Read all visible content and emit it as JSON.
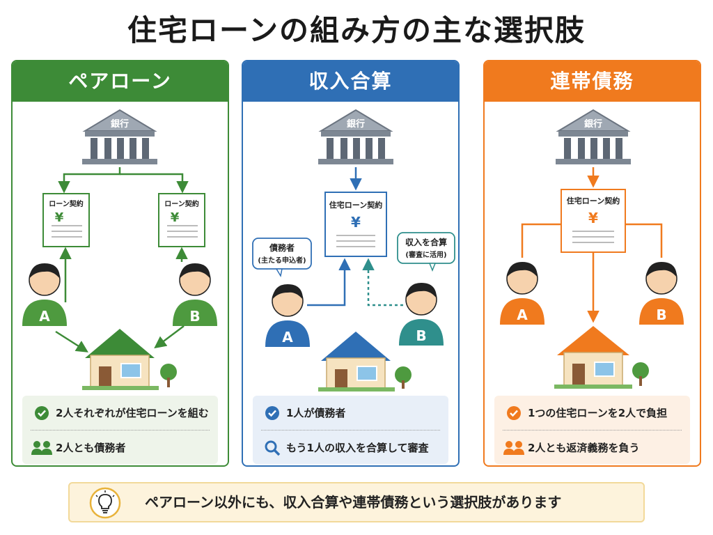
{
  "title": "住宅ローンの組み方の主な選択肢",
  "panels": [
    {
      "heading": "ペアローン",
      "bank": "銀行",
      "contract": "ローン契約",
      "yen": "¥",
      "person_a": "A",
      "person_b": "B",
      "point1": "2人それぞれが住宅ローンを組む",
      "point2": "2人とも債務者"
    },
    {
      "heading": "収入合算",
      "bank": "銀行",
      "contract": "住宅ローン契約",
      "yen": "¥",
      "person_a": "A",
      "person_b": "B",
      "bubble_a_line1": "債務者",
      "bubble_a_line2": "(主たる申込者)",
      "bubble_b_line1": "収入を合算",
      "bubble_b_line2": "(審査に活用)",
      "point1": "1人が債務者",
      "point2": "もう1人の収入を合算して審査"
    },
    {
      "heading": "連帯債務",
      "bank": "銀行",
      "contract": "住宅ローン契約",
      "yen": "¥",
      "person_a": "A",
      "person_b": "B",
      "point1": "1つの住宅ローンを2人で負担",
      "point2": "2人とも返済義務を負う"
    }
  ],
  "footer": "ペアローン以外にも、収入合算や連帯債務という選択肢があります",
  "colors": {
    "green": "#3d8b37",
    "blue": "#2f6fb5",
    "orange": "#f07a1e",
    "teal": "#2f8f8c"
  }
}
